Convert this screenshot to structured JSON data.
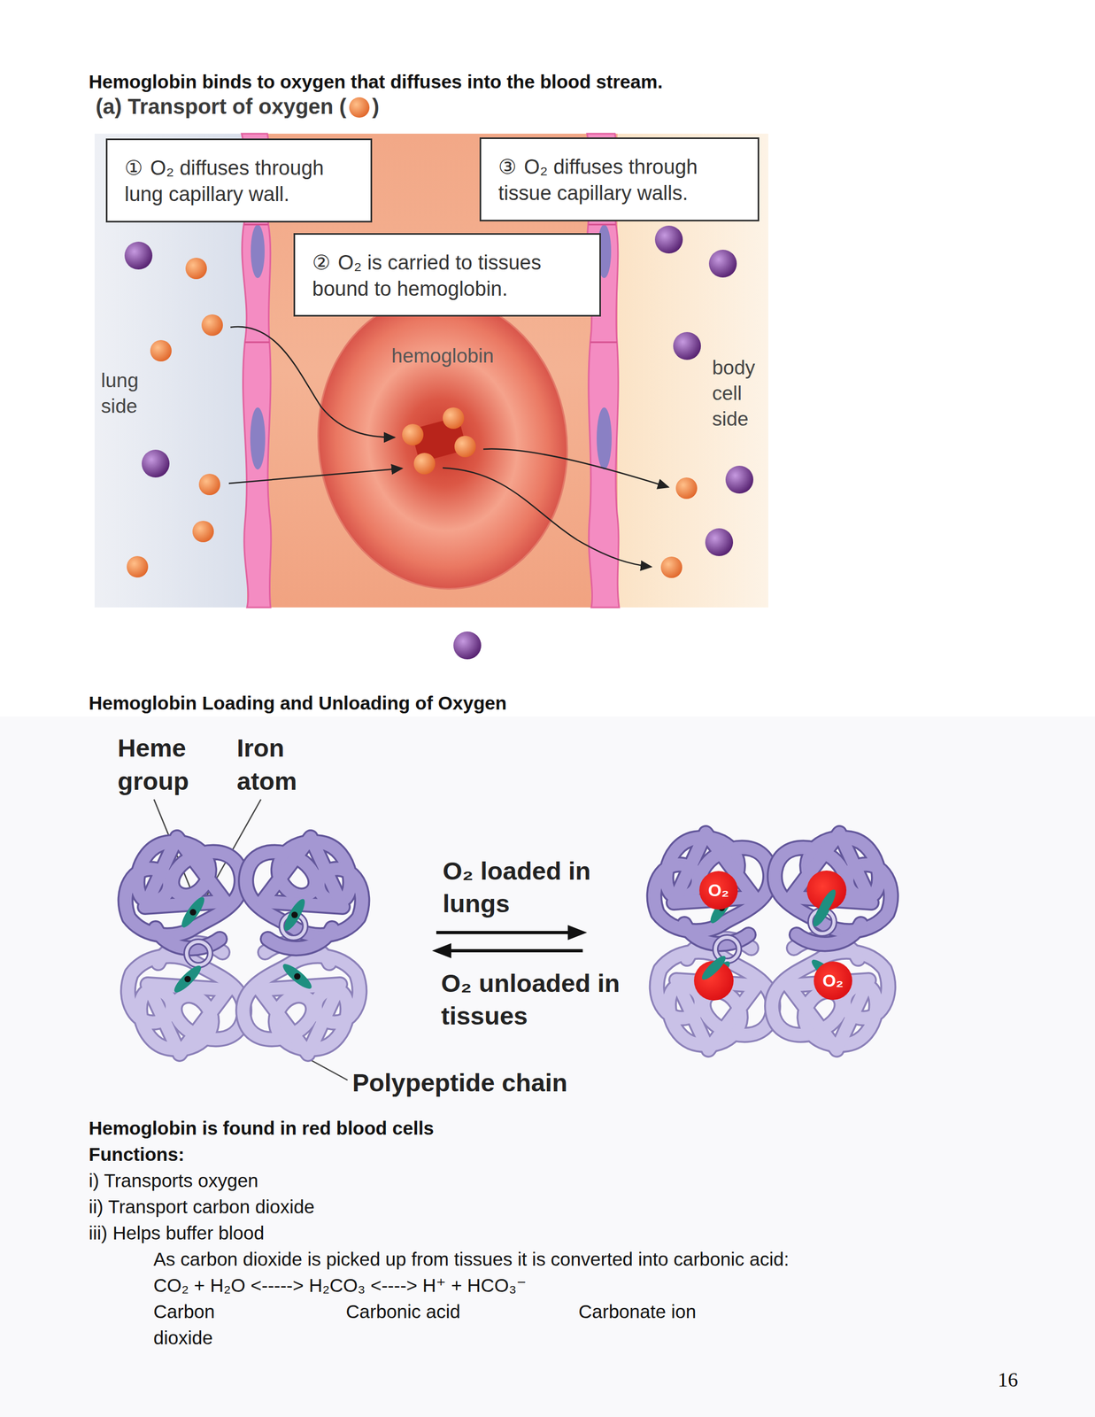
{
  "diagram": {
    "title": "Hemoglobin binds to oxygen that diffuses into the blood stream.",
    "nodes": [
      {
        "text": [
          "①",
          "O₂ diffuses through lung capillary wall."
        ]
      },
      {
        "text": [
          "③",
          "O₂ diffuses through tissue capillary walls."
        ]
      },
      {
        "text": [
          "②",
          "O₂ is carried to tissues bound to hemoglobin."
        ]
      },
      {
        "text": [
          "hemoglobin"
        ]
      },
      {
        "text": [
          "O₂"
        ]
      },
      {
        "text": [
          "O₂"
        ]
      }
    ],
    "labels": [
      "(a) Transport of oxygen (",
      ")",
      "lung side",
      "body cell side",
      "Hemoglobin Loading and Unloading of Oxygen",
      "Heme group",
      "Iron atom",
      "O₂ loaded in lungs",
      "O₂ unloaded in tissues",
      "Polypeptide chain",
      "Hemoglobin is found in red blood cells",
      "Functions:",
      "i) Transports oxygen",
      "ii) Transport carbon dioxide",
      "iii) Helps buffer blood",
      "As carbon dioxide is picked up from tissues it is converted into carbonic acid:",
      "CO₂ + H₂O <-----> H₂CO₃ <----> H⁺ + HCO₃⁻",
      "Carbon dioxide",
      "Carbonic acid",
      "Carbonate ion",
      "16"
    ]
  }
}
